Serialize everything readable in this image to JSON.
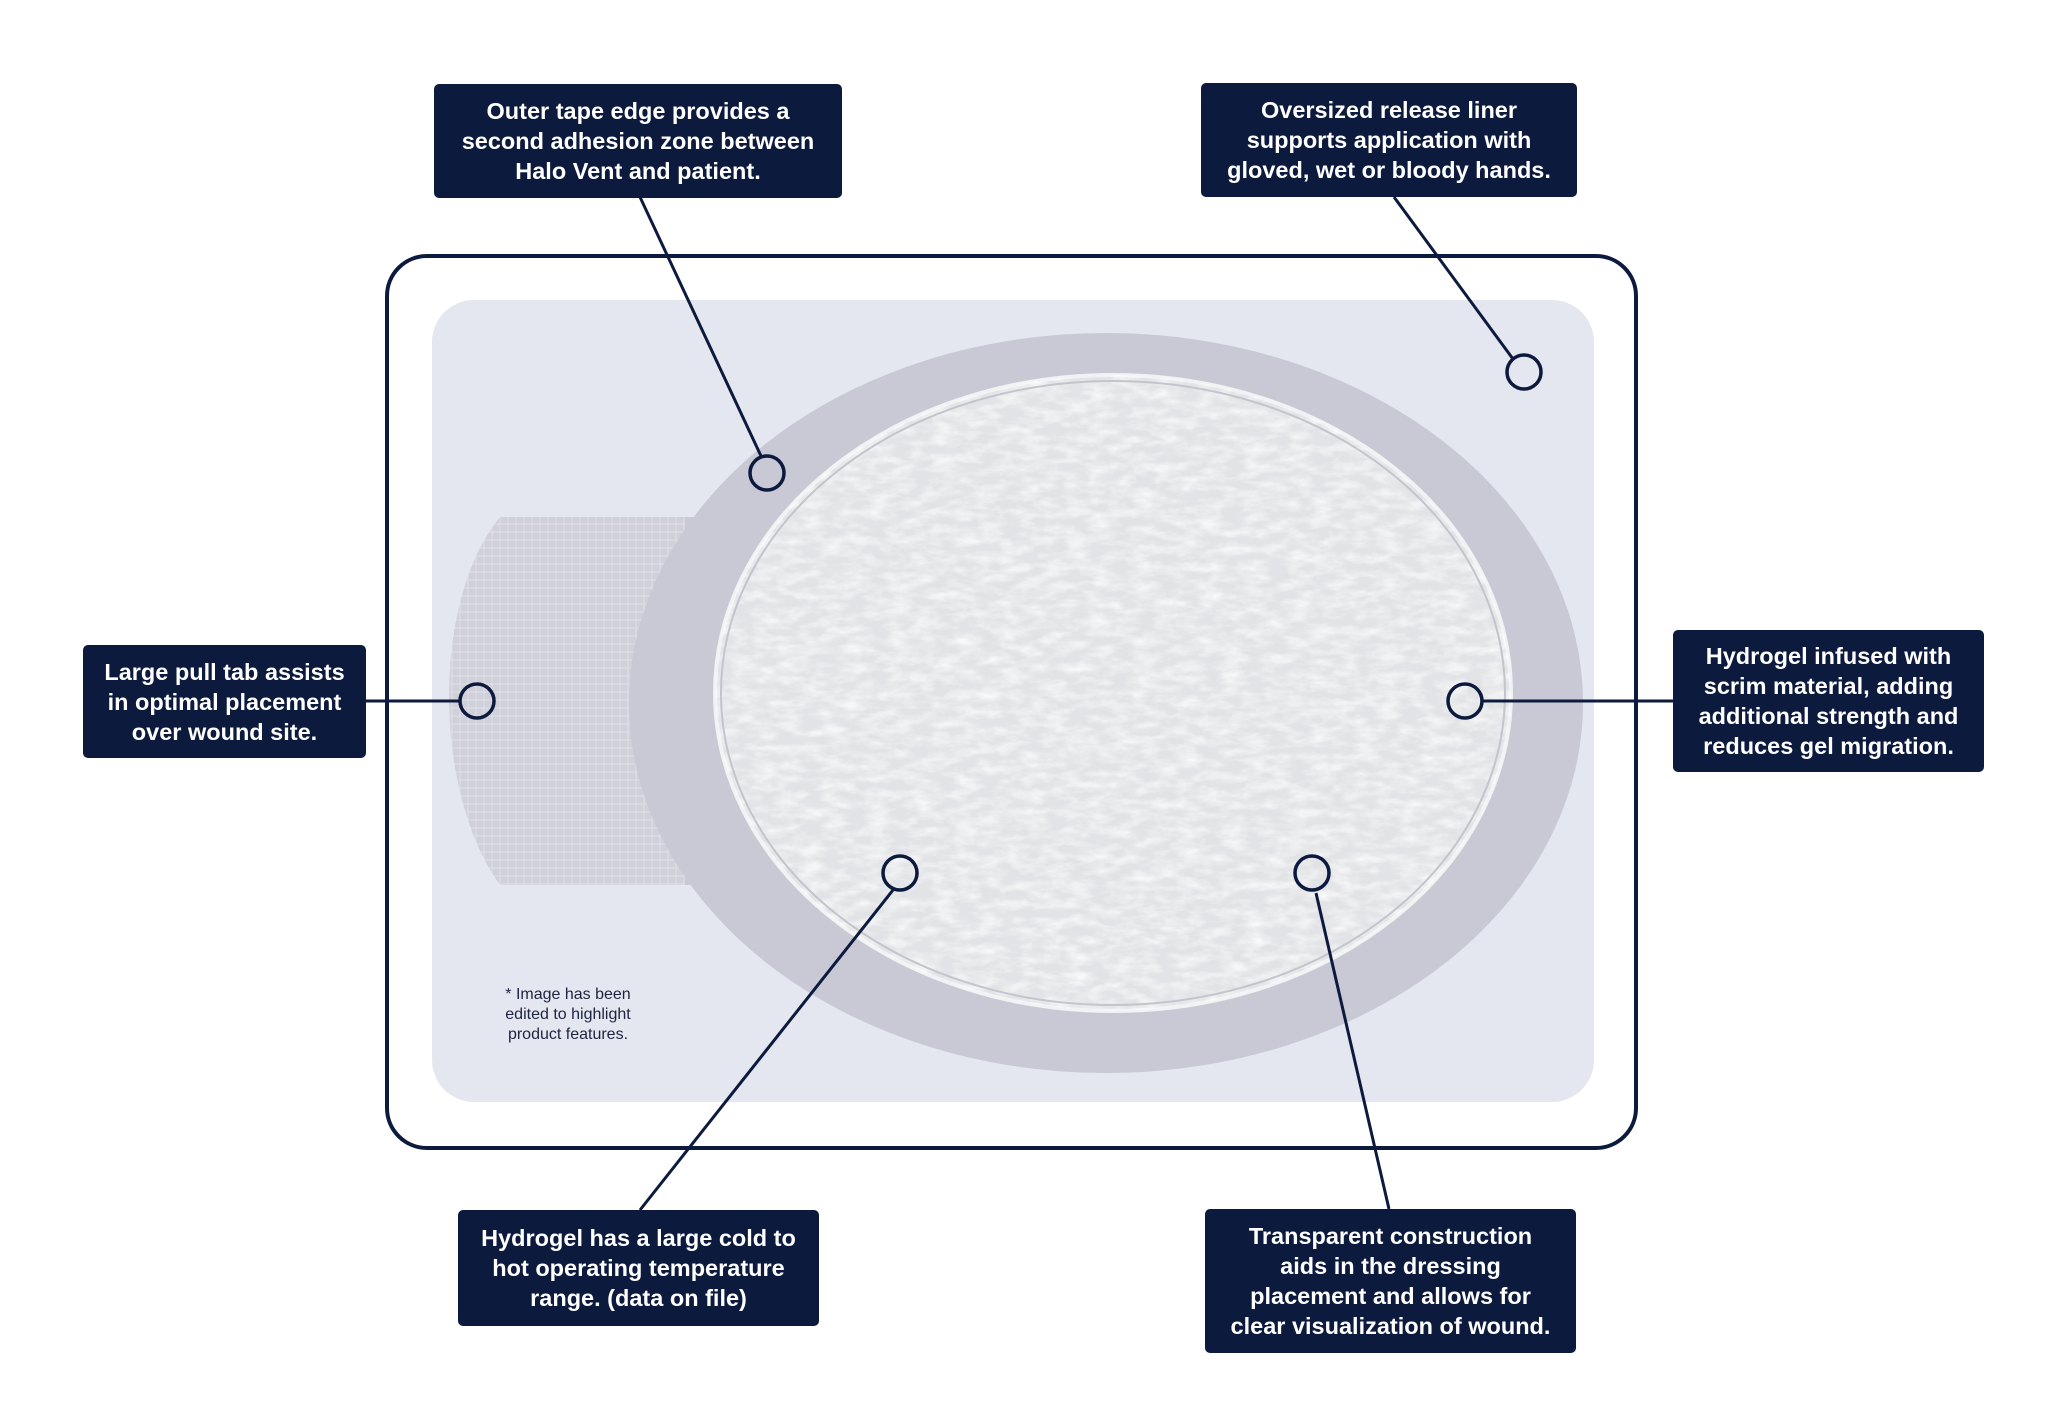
{
  "diagram": {
    "callouts": {
      "outer_tape": "Outer tape edge provides a\nsecond adhesion zone between\nHalo Vent and patient.",
      "release_liner": "Oversized release liner\nsupports application with\ngloved, wet or bloody hands.",
      "pull_tab": "Large pull tab assists\nin optimal placement\nover wound site.",
      "scrim": "Hydrogel infused with\nscrim material, adding\nadditional strength and\nreduces gel migration.",
      "temperature": "Hydrogel has a large cold to\nhot operating temperature\nrange. (data on file)",
      "transparent": "Transparent construction\naids in the dressing\nplacement and allows for\nclear visualization of wound."
    },
    "footnote": "* Image has been\nedited to highlight\nproduct features.",
    "colors": {
      "navy": "#0c1a3e",
      "liner": "#e4e7ef",
      "tape": "#c8c9d4",
      "gel": "#e2e3e6"
    }
  }
}
